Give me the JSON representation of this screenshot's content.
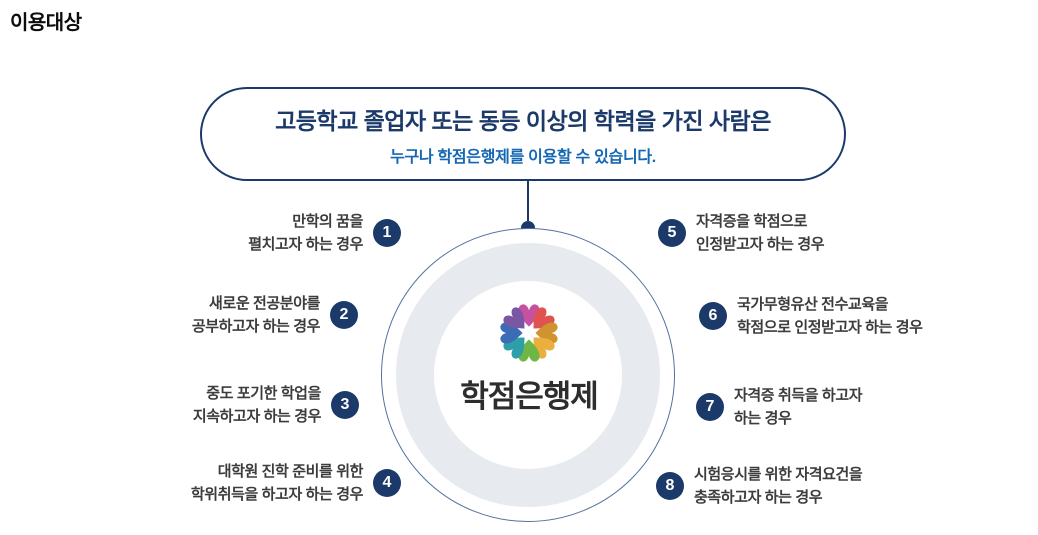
{
  "page_title": "이용대상",
  "banner": {
    "heading": "고등학교 졸업자 또는 동등 이상의 학력을 가진 사람은",
    "subheading": "누구나 학점은행제를 이용할 수 있습니다."
  },
  "center": {
    "logo_icon": "flower-pinwheel-icon",
    "logo_text": "학점은행제",
    "petal_colors": [
      "#c7509f",
      "#e0524f",
      "#cf9430",
      "#eaaf3d",
      "#6fb645",
      "#2e9fa9",
      "#3a6db4",
      "#7a57a4"
    ]
  },
  "items": [
    {
      "number": "1",
      "side": "left",
      "lines": [
        "만학의 꿈을",
        "펼치고자 하는 경우"
      ]
    },
    {
      "number": "2",
      "side": "left",
      "lines": [
        "새로운 전공분야를",
        "공부하고자 하는 경우"
      ]
    },
    {
      "number": "3",
      "side": "left",
      "lines": [
        "중도 포기한 학업을",
        "지속하고자 하는 경우"
      ]
    },
    {
      "number": "4",
      "side": "left",
      "lines": [
        "대학원 진학 준비를 위한",
        "학위취득을 하고자 하는 경우"
      ]
    },
    {
      "number": "5",
      "side": "right",
      "lines": [
        "자격증을 학점으로",
        "인정받고자 하는 경우"
      ]
    },
    {
      "number": "6",
      "side": "right",
      "lines": [
        "국가무형유산 전수교육을",
        "학점으로 인정받고자 하는 경우"
      ]
    },
    {
      "number": "7",
      "side": "right",
      "lines": [
        "자격증 취득을 하고자",
        "하는 경우"
      ]
    },
    {
      "number": "8",
      "side": "right",
      "lines": [
        "시험응시를 위한 자격요건을",
        "충족하고자 하는 경우"
      ]
    }
  ],
  "colors": {
    "navy": "#1b3a69",
    "blue": "#1467b3",
    "text": "#3c3c3c",
    "ring": "#e7eaee"
  }
}
